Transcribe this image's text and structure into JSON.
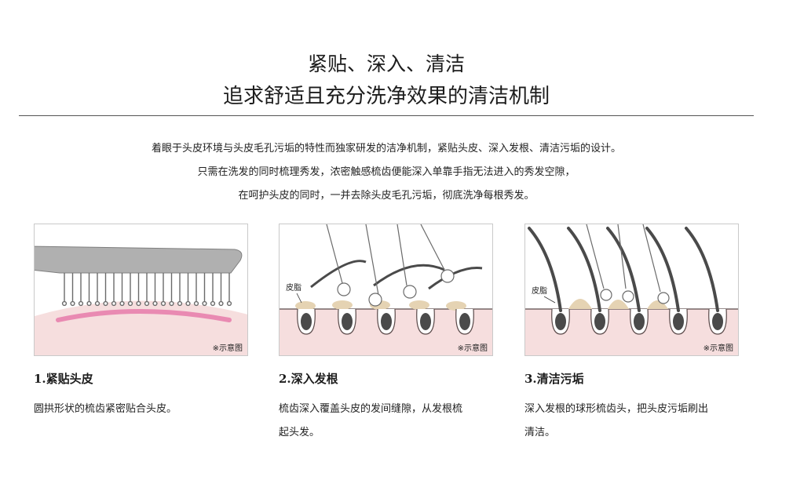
{
  "header": {
    "title_line1": "紧贴、深入、清洁",
    "title_line2": "追求舒适且充分洗净效果的清洁机制"
  },
  "intro": [
    "着眼于头皮环境与头皮毛孔污垢的特性而独家研发的洁净机制，紧贴头皮、深入发根、清洁污垢的设计。",
    "只需在洗发的同时梳理秀发，浓密触感梳齿便能深入单靠手指无法进入的秀发空隙，",
    "在呵护头皮的同时，一并去除头皮毛孔污垢，彻底洗净每根秀发。"
  ],
  "features": [
    {
      "note": "※示意图",
      "heading": "1.紧贴头皮",
      "desc_lines": [
        "圆拱形状的梳齿紧密贴合头皮。"
      ]
    },
    {
      "note": "※示意图",
      "label": "皮脂",
      "heading": "2.深入发根",
      "desc_lines": [
        "梳齿深入覆盖头皮的发间缝隙，从发根梳",
        "起头发。"
      ]
    },
    {
      "note": "※示意图",
      "label": "皮脂",
      "heading": "3.清洁污垢",
      "desc_lines": [
        "深入发根的球形梳齿头，把头皮污垢刷出",
        "清洁。"
      ]
    }
  ],
  "colors": {
    "scalp": "#f6dede",
    "scalp_line": "#5a4a4a",
    "brush": "#a9a9a9",
    "brush_accent": "#e98ab2",
    "hair": "#4a4a4a",
    "sebum": "#e5d3b3"
  }
}
